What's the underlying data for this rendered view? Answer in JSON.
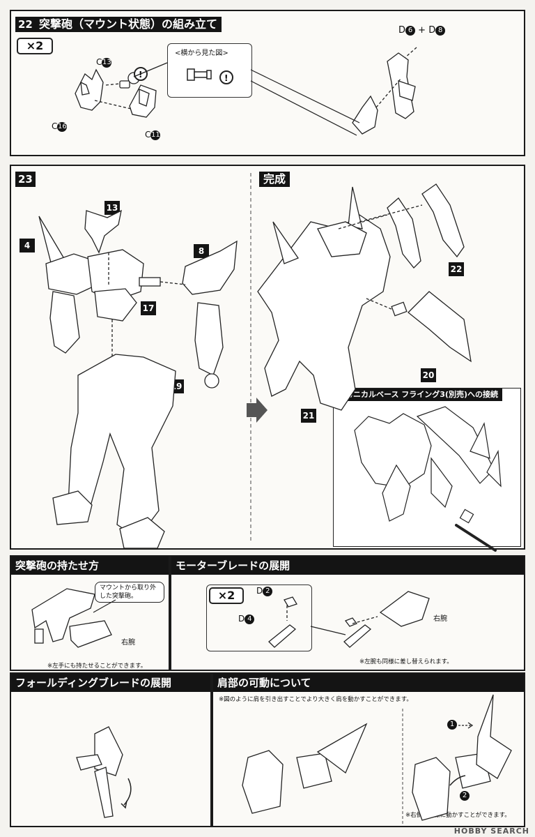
{
  "step22": {
    "number": "22",
    "title": "突撃砲（マウント状態）の組み立て",
    "multiplier": "×2",
    "side_view_label": "<横から見た図>",
    "labels": {
      "c13": {
        "letter": "C",
        "num": "13"
      },
      "c16": {
        "letter": "C",
        "num": "16"
      },
      "c11": {
        "letter": "C",
        "num": "11"
      },
      "d6_d8": {
        "letter1": "D",
        "num1": "6",
        "plus": "+",
        "letter2": "D",
        "num2": "8"
      }
    }
  },
  "step23": {
    "number": "23",
    "parts": {
      "p4": "4",
      "p13": "13",
      "p8": "8",
      "p17": "17",
      "p19": "19"
    }
  },
  "complete": {
    "title": "完成",
    "parts": {
      "p22": "22",
      "p20": "20",
      "p21": "21"
    },
    "mechanical_base_title": "メカニカルベース フライング3(別売)への接続"
  },
  "hold_gun": {
    "title": "突撃砲の持たせ方",
    "bubble": "マウントから取り外した突撃砲。",
    "right_arm": "右腕",
    "note": "※左手にも持たせることができます。"
  },
  "motor_blade": {
    "title": "モーターブレードの展開",
    "multiplier": "×2",
    "d2": {
      "letter": "D",
      "num": "2"
    },
    "d4": {
      "letter": "D",
      "num": "4"
    },
    "right_arm": "右腕",
    "note": "※左腕も同様に差し替えられます。"
  },
  "folding_blade": {
    "title": "フォールディングブレードの展開"
  },
  "shoulder": {
    "title": "肩部の可動について",
    "note_top": "※図のように肩を引き出すことでより大きく肩を動かすことができます。",
    "step1": "1",
    "step2": "2",
    "note_bottom": "※右側も同様に動かすことができます。"
  },
  "watermark": "HOBBY SEARCH",
  "colors": {
    "ink": "#141414",
    "paper": "#fbfaf7",
    "page": "#f4f3ef"
  }
}
